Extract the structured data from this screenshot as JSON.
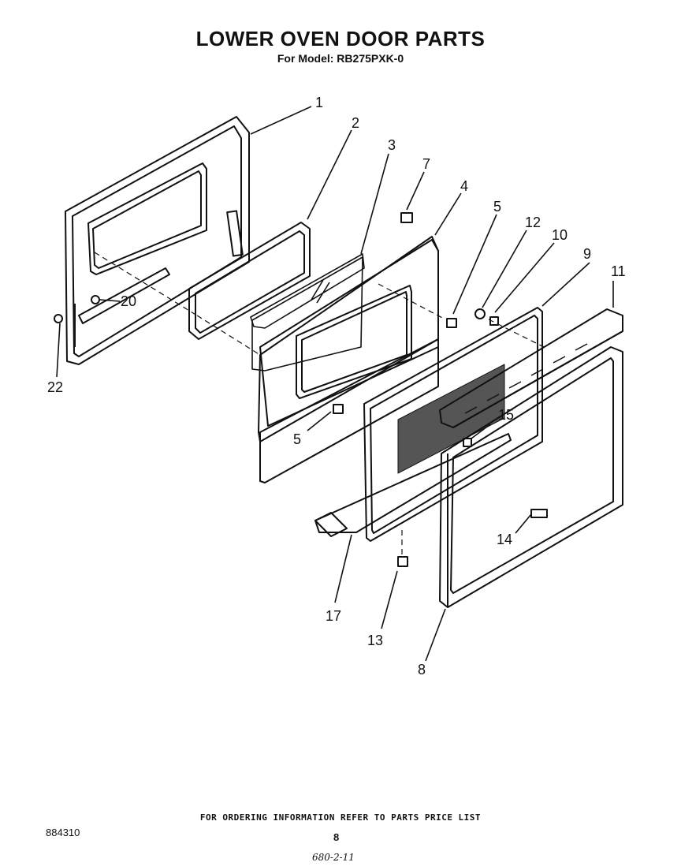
{
  "header": {
    "title": "LOWER OVEN DOOR PARTS",
    "subtitle": "For Model: RB275PXK-0"
  },
  "callouts": [
    "1",
    "2",
    "3",
    "7",
    "4",
    "5",
    "12",
    "10",
    "9",
    "11",
    "20",
    "22",
    "5",
    "15",
    "14",
    "17",
    "13",
    "8"
  ],
  "footer": {
    "ordering_note": "FOR ORDERING INFORMATION REFER TO PARTS PRICE LIST",
    "code": "884310",
    "page": "8",
    "handwritten": "680-2-11"
  }
}
